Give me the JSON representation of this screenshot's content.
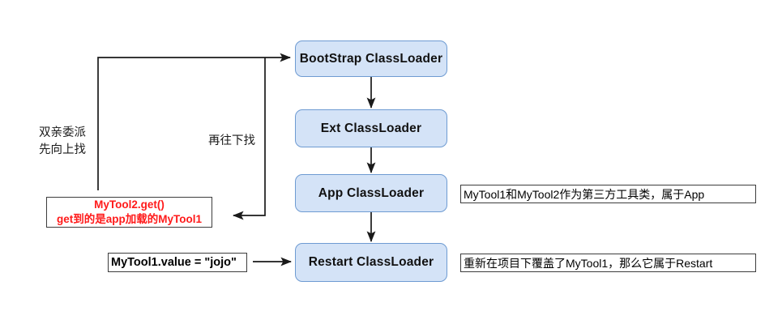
{
  "diagram": {
    "title": "Java ClassLoader parent delegation diagram",
    "colors": {
      "node_fill": "#d4e3f7",
      "node_border": "#6e9bd2",
      "note_border": "#3d3d3d",
      "edge": "#1a1a1a",
      "red_text": "#ff1a1a",
      "background": "#ffffff"
    },
    "nodes": [
      {
        "id": "bootstrap",
        "label": "BootStrap ClassLoader"
      },
      {
        "id": "ext",
        "label": "Ext ClassLoader"
      },
      {
        "id": "app",
        "label": "App ClassLoader"
      },
      {
        "id": "restart",
        "label": "Restart ClassLoader"
      }
    ],
    "edge_labels": {
      "up_line1": "双亲委派",
      "up_line2": "先向上找",
      "down": "再往下找"
    },
    "notes": {
      "red_line1": "MyTool2.get()",
      "red_line2": "get到的是app加载的MyTool1",
      "assignment": "MyTool1.value = \"jojo\"",
      "app_note": "MyTool1和MyTool2作为第三方工具类，属于App",
      "restart_note": "重新在项目下覆盖了MyTool1，那么它属于Restart"
    }
  }
}
